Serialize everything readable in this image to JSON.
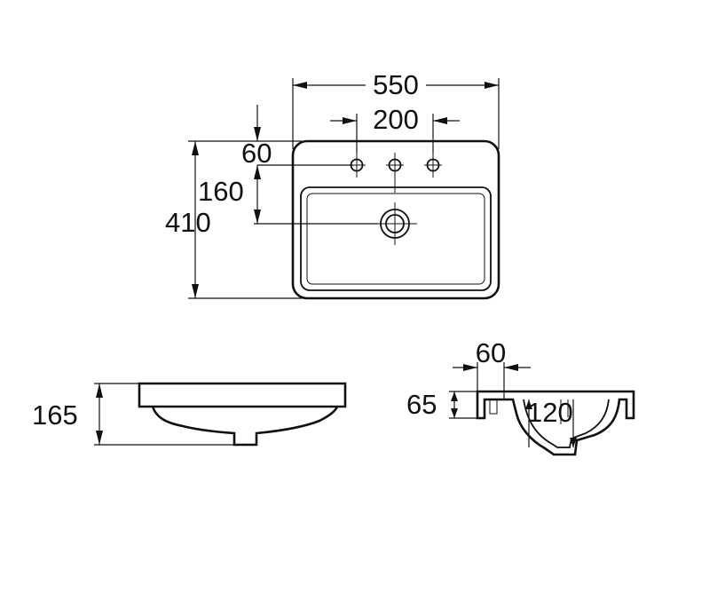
{
  "top_view": {
    "width": "550",
    "tap_hole_spacing": "200",
    "rim_to_tap_hole": "60",
    "tap_hole_to_waste": "160",
    "depth": "410"
  },
  "front_view": {
    "height": "165"
  },
  "side_view": {
    "tap_hole_offset": "60",
    "rim_thickness": "65",
    "bowl_depth": "120"
  }
}
